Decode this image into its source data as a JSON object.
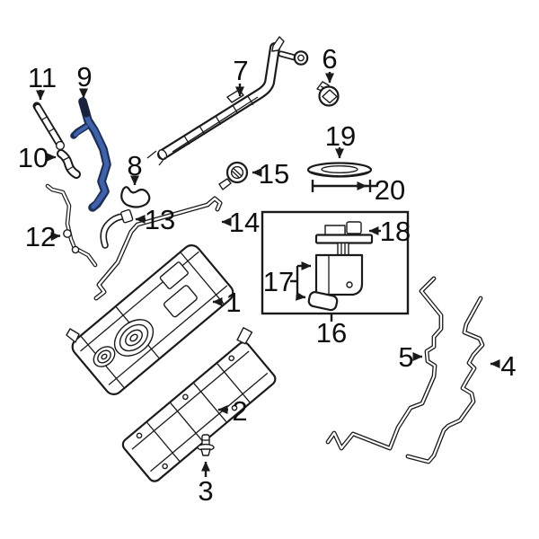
{
  "diagram": {
    "background": "#ffffff",
    "line_color": "#1a1a1a",
    "label_color": "#0e0e0e",
    "highlight": {
      "callout_number": "9",
      "fill": "#3f62ad",
      "outline": "#1d2f55"
    },
    "callouts": [
      {
        "number": "1"
      },
      {
        "number": "2"
      },
      {
        "number": "3"
      },
      {
        "number": "4"
      },
      {
        "number": "5"
      },
      {
        "number": "6"
      },
      {
        "number": "7"
      },
      {
        "number": "8"
      },
      {
        "number": "9"
      },
      {
        "number": "10"
      },
      {
        "number": "11"
      },
      {
        "number": "12"
      },
      {
        "number": "13"
      },
      {
        "number": "14"
      },
      {
        "number": "15"
      },
      {
        "number": "16"
      },
      {
        "number": "17"
      },
      {
        "number": "18"
      },
      {
        "number": "19"
      },
      {
        "number": "20"
      }
    ]
  }
}
